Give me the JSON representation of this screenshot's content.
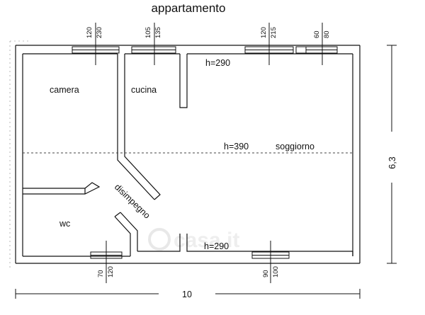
{
  "title": "appartamento",
  "rooms": {
    "camera": "camera",
    "cucina": "cucina",
    "soggiorno": "soggiorno",
    "disimpegno": "disimpegno",
    "wc": "wc"
  },
  "heights": {
    "upper": "h=290",
    "middle": "h=390",
    "lower": "h=290"
  },
  "windows": {
    "top_1": [
      "120",
      "230"
    ],
    "top_2": [
      "105",
      "135"
    ],
    "top_3": [
      "120",
      "215"
    ],
    "top_4": [
      "60",
      "80"
    ],
    "bottom_1": [
      "70",
      "120"
    ],
    "bottom_2": [
      "90",
      "100"
    ]
  },
  "dimensions": {
    "width": "10",
    "height": "6,3"
  },
  "watermark": "casa.it"
}
